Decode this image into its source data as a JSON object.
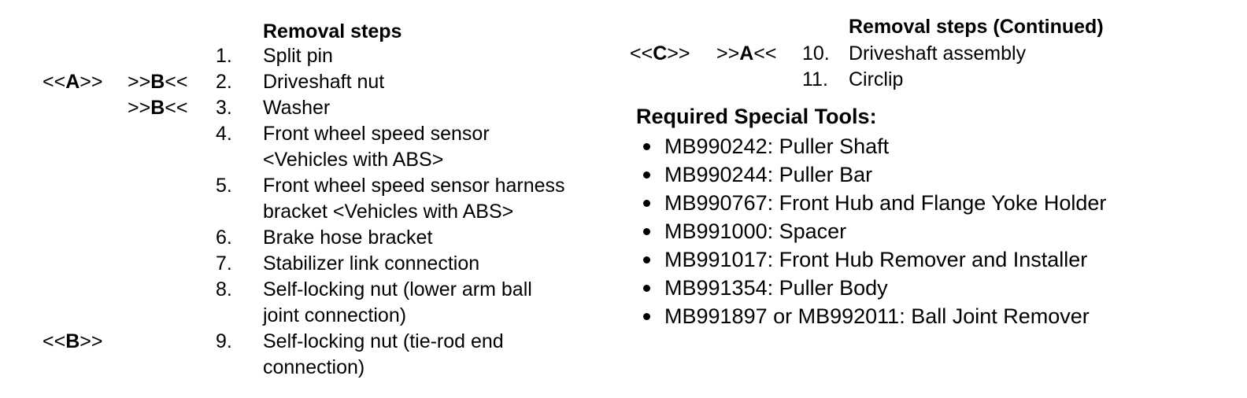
{
  "left_heading": "Removal steps",
  "right_heading": "Removal steps (Continued)",
  "steps_left": [
    {
      "tag1": "",
      "tag2": "",
      "num": "1.",
      "lines": [
        "Split pin"
      ]
    },
    {
      "tag1": "<<A>>",
      "tag2": ">>B<<",
      "num": "2.",
      "lines": [
        "Driveshaft nut"
      ]
    },
    {
      "tag1": "",
      "tag2": ">>B<<",
      "num": "3.",
      "lines": [
        "Washer"
      ]
    },
    {
      "tag1": "",
      "tag2": "",
      "num": "4.",
      "lines": [
        "Front wheel speed sensor",
        "<Vehicles with ABS>"
      ]
    },
    {
      "tag1": "",
      "tag2": "",
      "num": "5.",
      "lines": [
        "Front wheel speed sensor harness",
        "bracket <Vehicles with ABS>"
      ]
    },
    {
      "tag1": "",
      "tag2": "",
      "num": "6.",
      "lines": [
        "Brake hose bracket"
      ]
    },
    {
      "tag1": "",
      "tag2": "",
      "num": "7.",
      "lines": [
        "Stabilizer link connection"
      ]
    },
    {
      "tag1": "",
      "tag2": "",
      "num": "8.",
      "lines": [
        "Self-locking nut (lower arm ball",
        "joint connection)"
      ]
    },
    {
      "tag1": "<<B>>",
      "tag2": "",
      "num": "9.",
      "lines": [
        "Self-locking nut (tie-rod end",
        "connection)"
      ]
    }
  ],
  "steps_right": [
    {
      "tag1": "<<C>>",
      "tag2": ">>A<<",
      "num": "10.",
      "lines": [
        "Driveshaft assembly"
      ]
    },
    {
      "tag1": "",
      "tag2": "",
      "num": "11.",
      "lines": [
        "Circlip"
      ]
    }
  ],
  "tools_title": "Required Special Tools:",
  "tools": [
    "MB990242: Puller Shaft",
    "MB990244: Puller Bar",
    "MB990767: Front Hub and Flange Yoke Holder",
    "MB991000: Spacer",
    "MB991017: Front Hub Remover and Installer",
    "MB991354: Puller Body",
    "MB991897 or MB992011: Ball Joint Remover"
  ]
}
